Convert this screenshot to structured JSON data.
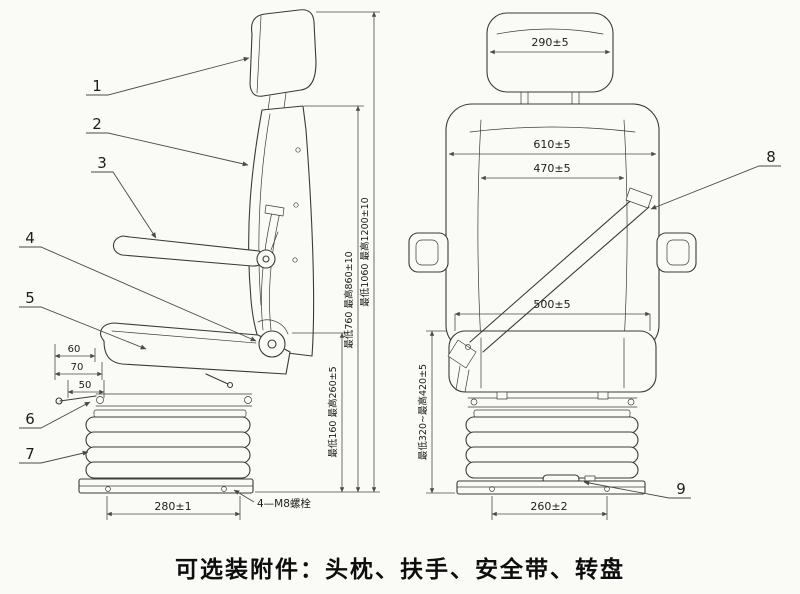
{
  "caption": "可选装附件：头枕、扶手、安全带、转盘",
  "callouts": {
    "n1": "1",
    "n2": "2",
    "n3": "3",
    "n4": "4",
    "n5": "5",
    "n6": "6",
    "n7": "7",
    "n8": "8",
    "n9": "9"
  },
  "dimensions": {
    "headrest_width": "290±5",
    "backrest_outer_width": "610±5",
    "backrest_inner_width": "470±5",
    "cushion_width": "500±5",
    "base_width": "260±2",
    "base_length": "280±1",
    "offset_60": "60",
    "offset_70": "70",
    "offset_50": "50",
    "bolt_note": "4—M8螺栓",
    "seat_height_range": "最低160 最高260±5",
    "backrest_height_range": "最低760 最高860±10",
    "overall_height_range": "最低1060 最高1200±10",
    "cushion_height_range": "最低320~最高420±5"
  }
}
